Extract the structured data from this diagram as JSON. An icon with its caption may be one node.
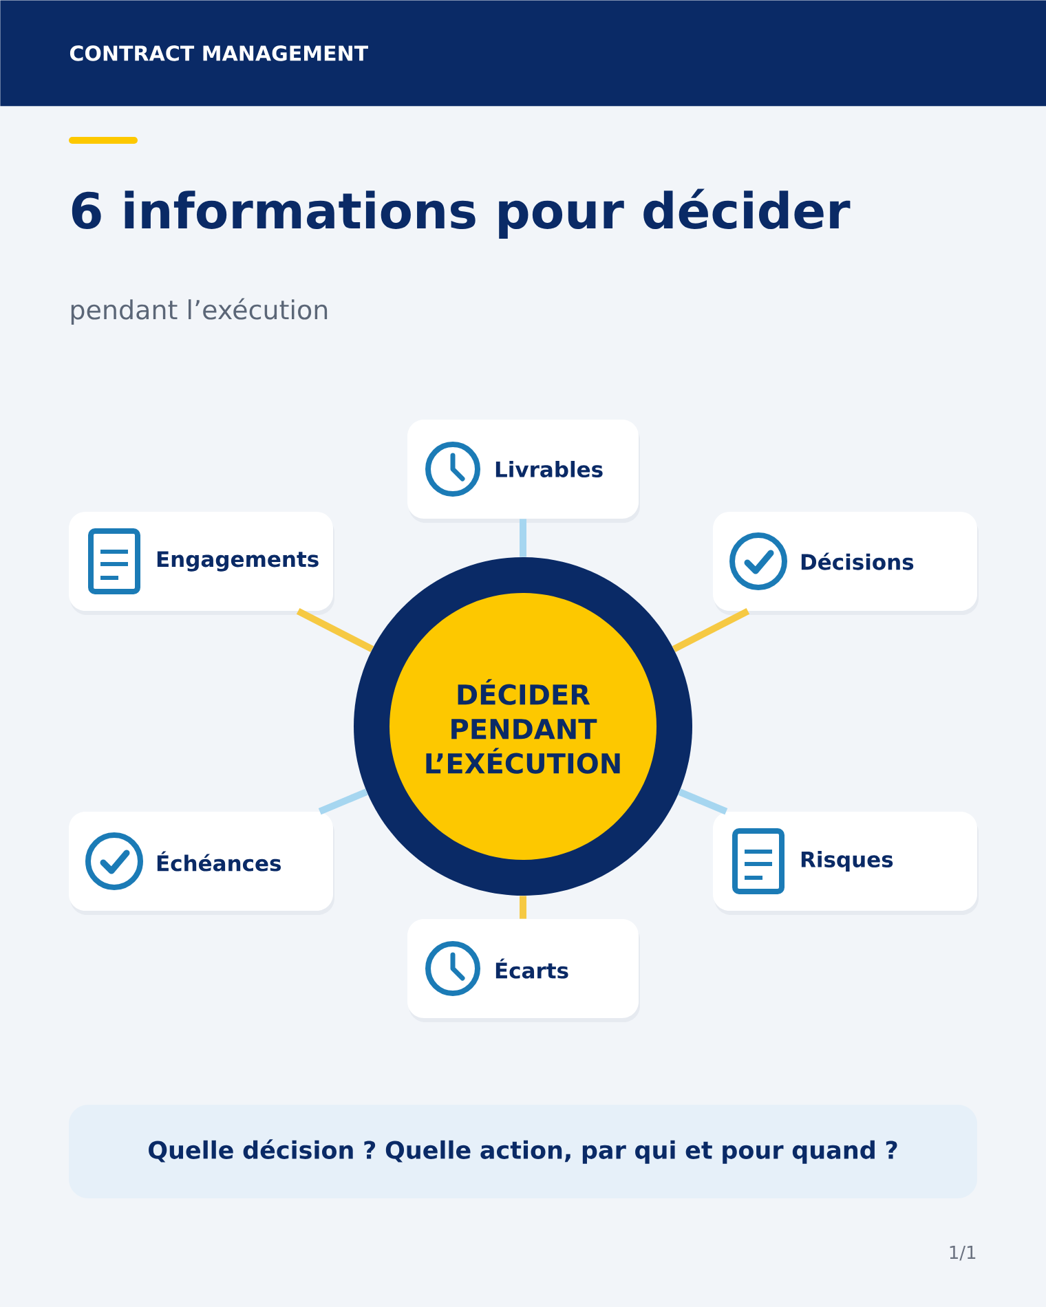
{
  "diagram": {
    "title": "6 informations pour décider",
    "nodes": [
      {
        "text": [
          "CONTRACT MANAGEMENT"
        ]
      },
      {
        "text": [
          "Livrables"
        ]
      },
      {
        "text": [
          "Engagements"
        ]
      },
      {
        "text": [
          "Décisions"
        ]
      },
      {
        "text": [
          "DÉCIDER PENDANT L’EXÉCUTION"
        ]
      },
      {
        "text": [
          "Échéances"
        ]
      },
      {
        "text": [
          "Risques"
        ]
      },
      {
        "text": [
          "Écarts"
        ]
      },
      {
        "text": [
          "Quelle décision ? Quelle action, par qui et pour quand ?"
        ]
      }
    ],
    "edges": [
      {
        "from": 4,
        "to": 1,
        "arrow": "none",
        "color": "#a6d6f0"
      },
      {
        "from": 4,
        "to": 2,
        "arrow": "none",
        "color": "#f6c943"
      },
      {
        "from": 4,
        "to": 3,
        "arrow": "none",
        "color": "#f6c943"
      },
      {
        "from": 4,
        "to": 5,
        "arrow": "none",
        "color": "#a6d6f0"
      },
      {
        "from": 4,
        "to": 6,
        "arrow": "none",
        "color": "#a6d6f0"
      },
      {
        "from": 4,
        "to": 7,
        "arrow": "none",
        "color": "#f6c943"
      }
    ],
    "labels": [
      "pendant l’exécution",
      "1/1"
    ]
  }
}
